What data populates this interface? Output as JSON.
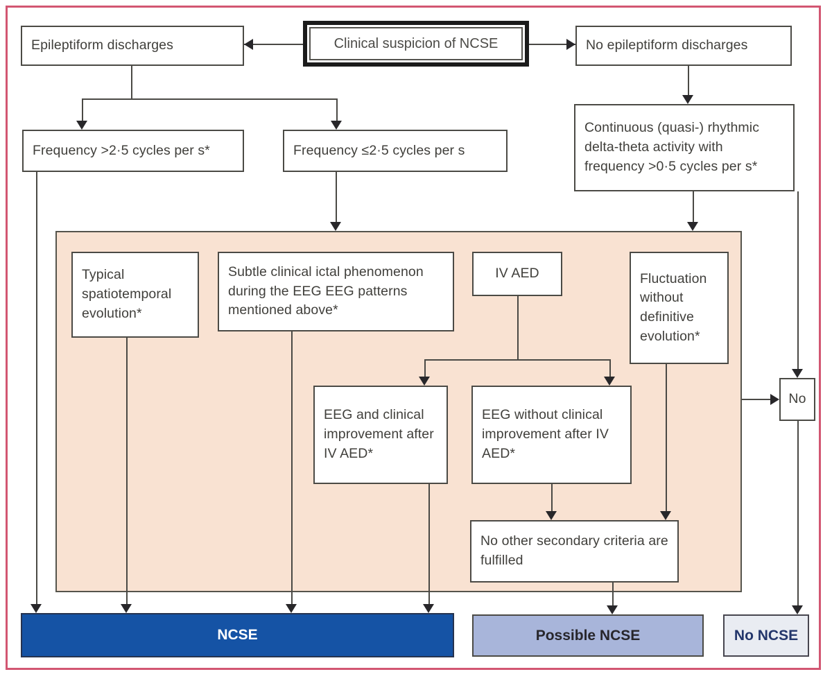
{
  "diagram": {
    "root": "Clinical suspicion of NCSE",
    "nodes": {
      "epileptiform": "Epileptiform discharges",
      "no_epileptiform": "No epileptiform discharges",
      "freq_high": "Frequency >2·5 cycles per s*",
      "freq_low": "Frequency ≤2·5 cycles per s",
      "continuous": "Continuous (quasi-) rhythmic delta-theta activity with frequency >0·5 cycles per s*",
      "typical": "Typical spatiotemporal evolution*",
      "subtle": "Subtle clinical ictal phenomenon during the EEG EEG patterns mentioned above*",
      "iv_aed": "IV AED",
      "fluctuation": "Fluctuation without definitive evolution*",
      "eeg_and": "EEG and clinical improvement after IV AED*",
      "eeg_without": "EEG without clinical improvement after IV AED*",
      "no_other": "No other secondary criteria are fulfilled",
      "no": "No"
    },
    "outcomes": {
      "ncse": "NCSE",
      "possible_ncse": "Possible NCSE",
      "no_ncse": "No NCSE"
    },
    "colors": {
      "ncse_bg": "#1553a5",
      "ncse_text": "#ffffff",
      "possible_ncse_bg": "#a8b5da",
      "possible_ncse_text": "#27262b",
      "no_ncse_bg": "#e9ecf2",
      "no_ncse_text": "#23366b",
      "criteria_panel_bg": "#f9e2d2",
      "outer_frame_border": "#d25672",
      "box_border": "#4b4a45",
      "connector": "#4a4945"
    }
  }
}
